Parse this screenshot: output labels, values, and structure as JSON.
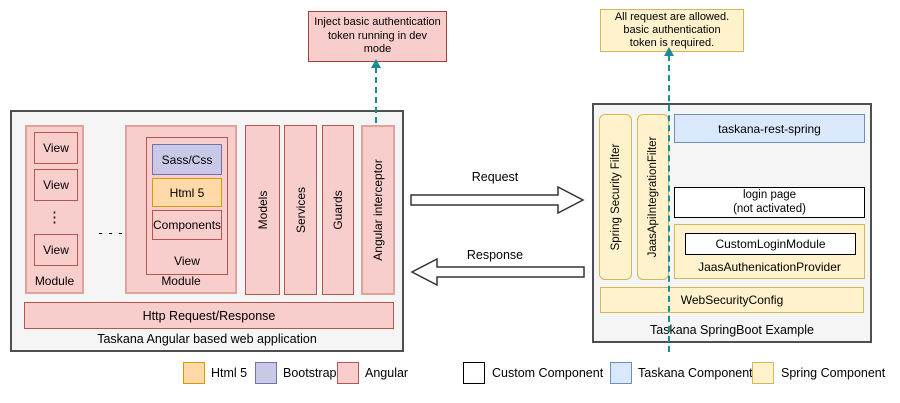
{
  "diagram": {
    "callout_left": {
      "text": "Inject basic authentication\ntoken running in dev\nmode"
    },
    "callout_right": {
      "text": "All request are allowed.\nbasic authentication\ntoken is required."
    },
    "angular_app": {
      "title": "Taskana Angular based web application",
      "module_small": {
        "label": "Module",
        "views": [
          "View",
          "View",
          "View"
        ],
        "vertical_ellipsis": "⋮"
      },
      "horizontal_ellipsis": "- - -",
      "module_large": {
        "label": "Module",
        "view": {
          "label": "View",
          "sass_css": "Sass/Css",
          "html5": "Html 5",
          "components": "Components"
        }
      },
      "bars": {
        "models": "Models",
        "services": "Services",
        "guards": "Guards",
        "interceptor": "Angular interceptor"
      },
      "http_bar": "Http Request/Response"
    },
    "flow": {
      "request": "Request",
      "response": "Response"
    },
    "springboot_app": {
      "title": "Taskana SpringBoot Example",
      "spring_security_filter": "Spring Security Filter",
      "jaas_api_integration_filter": "JaasApiIntegrationFilter",
      "taskana_rest_spring": "taskana-rest-spring",
      "login_page": "login page\n(not activated)",
      "jaas_authenication_provider": "JaasAuthenicationProvider",
      "custom_login_module": "CustomLoginModule",
      "web_security_config": "WebSecurityConfig"
    },
    "legend": {
      "html5": "Html 5",
      "bootstrap": "Bootstrap",
      "angular": "Angular",
      "custom": "Custom Component",
      "taskana": "Taskana Component",
      "spring": "Spring Component"
    },
    "colors": {
      "angular_fill": "#f8cecc",
      "angular_stroke": "#b85450",
      "angular_stroke_light": "#e2a29c",
      "html5_fill": "#ffd9a8",
      "html5_stroke": "#d79b00",
      "bootstrap_fill": "#c9c9e7",
      "bootstrap_stroke": "#7373ab",
      "taskana_fill": "#dae8fc",
      "taskana_stroke": "#6c8ebf",
      "spring_fill": "#fff2cc",
      "spring_stroke": "#d6b656",
      "custom_fill": "#ffffff",
      "custom_stroke": "#000000",
      "container_fill": "#f5f5f5",
      "container_stroke": "#4f4f4f",
      "dashed_arrow": "#1e8a96"
    }
  }
}
